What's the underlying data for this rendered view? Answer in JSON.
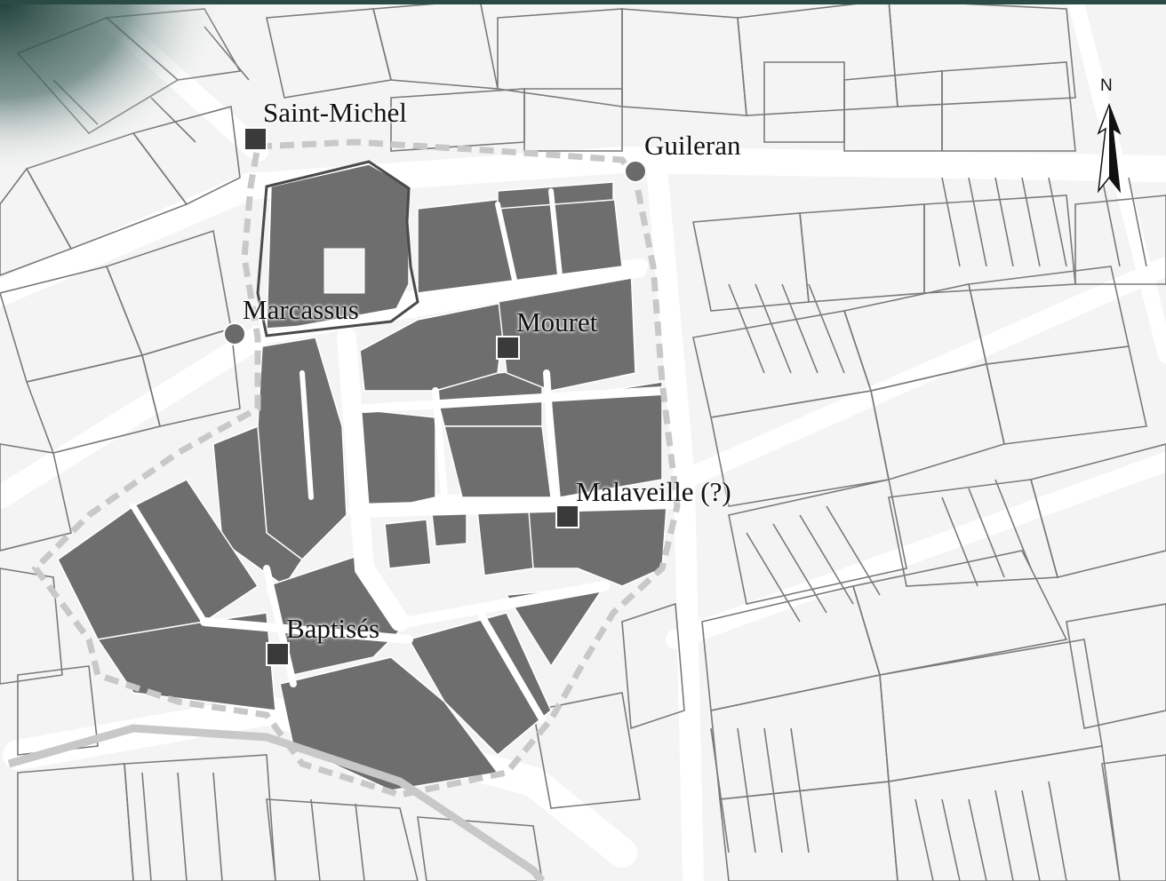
{
  "map": {
    "colors": {
      "background": "#f4f4f4",
      "parcel_line": "#7a7a7a",
      "road_fill": "#ffffff",
      "built_block": "#6e6e6e",
      "enclosure_dash": "#c8c8c8",
      "enclosure_solid": "#bdbdbd",
      "marker": "#3a3a3a",
      "circle_marker": "#6a6a6a",
      "corner_band": "#2a4a44"
    },
    "north_arrow": {
      "letter": "N",
      "icon": "north-arrow-icon"
    },
    "sites": [
      {
        "name": "Saint-Michel",
        "marker": "square"
      },
      {
        "name": "Guileran",
        "marker": "circle"
      },
      {
        "name": "Marcassus",
        "marker": "circle"
      },
      {
        "name": "Mouret",
        "marker": "square"
      },
      {
        "name": "Malaveille (?)",
        "marker": "square"
      },
      {
        "name": "Baptisés",
        "marker": "square"
      }
    ]
  }
}
